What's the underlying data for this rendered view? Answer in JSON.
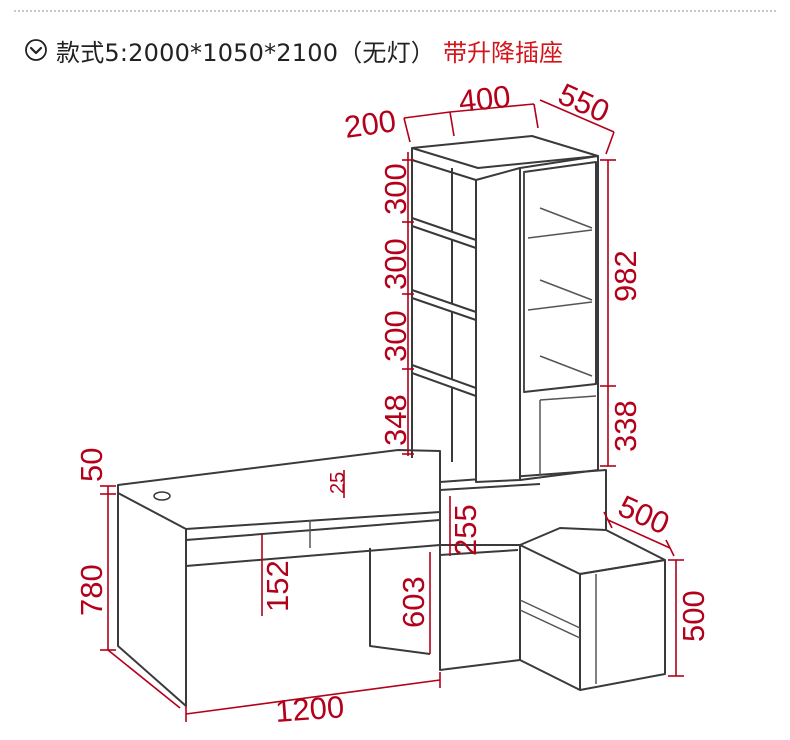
{
  "header": {
    "main_text": "款式5:2000*1050*2100（无灯）",
    "highlight_text": "带升降插座",
    "icon": "chevron-down-circle-icon",
    "highlight_color": "#d2161b"
  },
  "dimensions": {
    "top_width_left": "200",
    "top_width_mid": "400",
    "top_depth": "550",
    "shelf_1": "300",
    "shelf_2": "300",
    "shelf_3": "300",
    "shelf_4": "348",
    "cabinet_height": "982",
    "cabinet_lower": "338",
    "desk_top_offset": "50",
    "desk_height": "780",
    "desk_width": "1200",
    "drawer_height": "152",
    "leg_height": "603",
    "shelf_gap": "25",
    "side_gap": "255",
    "side_depth": "500",
    "side_height": "500"
  },
  "colors": {
    "dimension_line": "#b3001b",
    "outline": "#3a3a3a"
  }
}
